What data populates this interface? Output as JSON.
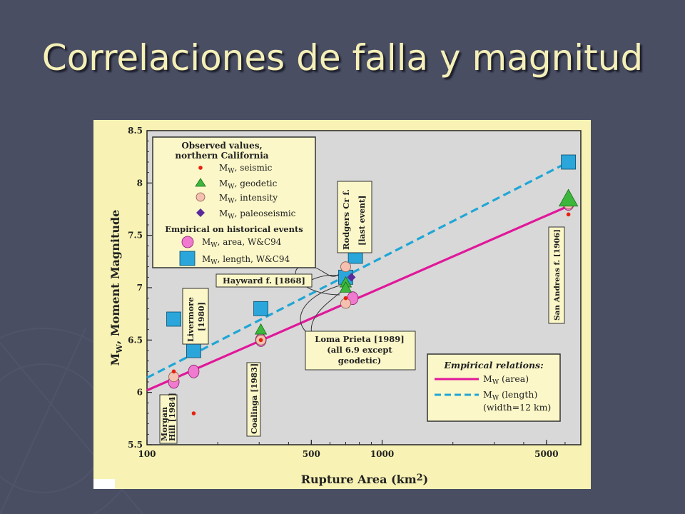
{
  "slide": {
    "title": "Correlaciones de falla y magnitud"
  },
  "colors": {
    "background": "#4a4e63",
    "title": "#f5f0b8",
    "figure_bg": "#f8f3b4",
    "plot_bg": "#d8d8d8",
    "area_line": "#e0189a",
    "length_line": "#1fa6d6",
    "seismic": "#e8200c",
    "geodetic": "#3cb73c",
    "intensity": "#f5c0b0",
    "paleoseismic": "#5a2a9a",
    "area_marker": "#f07ad0",
    "length_marker": "#2aa6da"
  },
  "chart_data": {
    "type": "scatter",
    "title": "",
    "xlabel": "Rupture Area (km2)",
    "xlabel_main": "Rupture Area (km",
    "xlabel_sup": "2",
    "xlabel_end": ")",
    "ylabel": "MW, Moment Magnitude",
    "ylabel_main": "M",
    "ylabel_sub": "W",
    "ylabel_rest": ", Moment Magnitude",
    "x_scale": "log",
    "xlim": [
      100,
      7000
    ],
    "ylim": [
      5.5,
      8.5
    ],
    "xticks": [
      100,
      500,
      1000,
      5000
    ],
    "xtick_labels": [
      "100",
      "500",
      "1000",
      "5000"
    ],
    "yticks": [
      5.5,
      6,
      6.5,
      7,
      7.5,
      8,
      8.5
    ],
    "ytick_labels": [
      "5.5",
      "6",
      "6.5",
      "7",
      "7.5",
      "8",
      "8.5"
    ],
    "legend": {
      "title_line1": "Observed values,",
      "title_line2": "northern California",
      "entries": [
        {
          "marker": "seismic",
          "label_main": "M",
          "label_sub": "W",
          "label_rest": ", seismic"
        },
        {
          "marker": "geodetic",
          "label_main": "M",
          "label_sub": "W",
          "label_rest": ", geodetic"
        },
        {
          "marker": "intensity",
          "label_main": "M",
          "label_sub": "W",
          "label_rest": ", intensity"
        },
        {
          "marker": "paleoseismic",
          "label_main": "M",
          "label_sub": "W",
          "label_rest": ", paleoseismic"
        }
      ],
      "empirical_title": "Empirical on historical events",
      "empirical_entries": [
        {
          "marker": "area_marker",
          "label_main": "M",
          "label_sub": "W",
          "label_rest": ", area, W&C94"
        },
        {
          "marker": "length_marker",
          "label_main": "M",
          "label_sub": "W",
          "label_rest": ", length, W&C94"
        }
      ]
    },
    "relations_legend": {
      "title": "Empirical relations:",
      "entries": [
        {
          "style": "solid",
          "label_main": "M",
          "label_sub": "W",
          "label_rest": " (area)"
        },
        {
          "style": "dashed",
          "label_main": "M",
          "label_sub": "W",
          "label_rest": " (length)"
        }
      ],
      "note": "(width=12 km)"
    },
    "series": [
      {
        "kind": "seismic",
        "points": [
          [
            130,
            6.2
          ],
          [
            158,
            5.8
          ],
          [
            305,
            6.5
          ],
          [
            700,
            6.9
          ],
          [
            6200,
            7.7
          ]
        ]
      },
      {
        "kind": "geodetic",
        "points": [
          [
            305,
            6.6
          ],
          [
            700,
            7.05
          ],
          [
            700,
            7.0
          ],
          [
            6200,
            7.85
          ]
        ]
      },
      {
        "kind": "intensity",
        "points": [
          [
            130,
            6.15
          ],
          [
            305,
            6.5
          ],
          [
            700,
            7.2
          ],
          [
            700,
            6.85
          ],
          [
            6200,
            7.8
          ]
        ]
      },
      {
        "kind": "paleoseismic",
        "points": [
          [
            740,
            7.1
          ]
        ]
      },
      {
        "kind": "area_marker",
        "points": [
          [
            130,
            6.1
          ],
          [
            158,
            6.2
          ],
          [
            305,
            6.5
          ],
          [
            750,
            6.9
          ],
          [
            6200,
            7.8
          ]
        ]
      },
      {
        "kind": "length_marker",
        "points": [
          [
            130,
            6.7
          ],
          [
            158,
            6.4
          ],
          [
            305,
            6.8
          ],
          [
            700,
            7.1
          ],
          [
            770,
            7.3
          ],
          [
            6200,
            8.2
          ]
        ]
      }
    ],
    "lines": [
      {
        "name": "MW (area)",
        "style": "solid",
        "x": [
          100,
          6200
        ],
        "y": [
          6.02,
          7.78
        ]
      },
      {
        "name": "MW (length)",
        "style": "dashed",
        "x": [
          100,
          6200
        ],
        "y": [
          6.14,
          8.2
        ]
      }
    ],
    "annotations": {
      "morgan_hill": [
        "Morgan",
        "Hill [1984]"
      ],
      "livermore": [
        "Livermore",
        "[1980]"
      ],
      "coalinga": [
        "Coalinga [1983]"
      ],
      "hayward": [
        "Hayward f. [1868]"
      ],
      "rodgers": [
        "Rodgers Cr f.",
        "[last event]"
      ],
      "loma_prieta": [
        "Loma Prieta [1989]",
        "(all 6.9 except",
        "geodetic)"
      ],
      "san_andreas": [
        "San Andreas f. [1906]"
      ]
    }
  }
}
